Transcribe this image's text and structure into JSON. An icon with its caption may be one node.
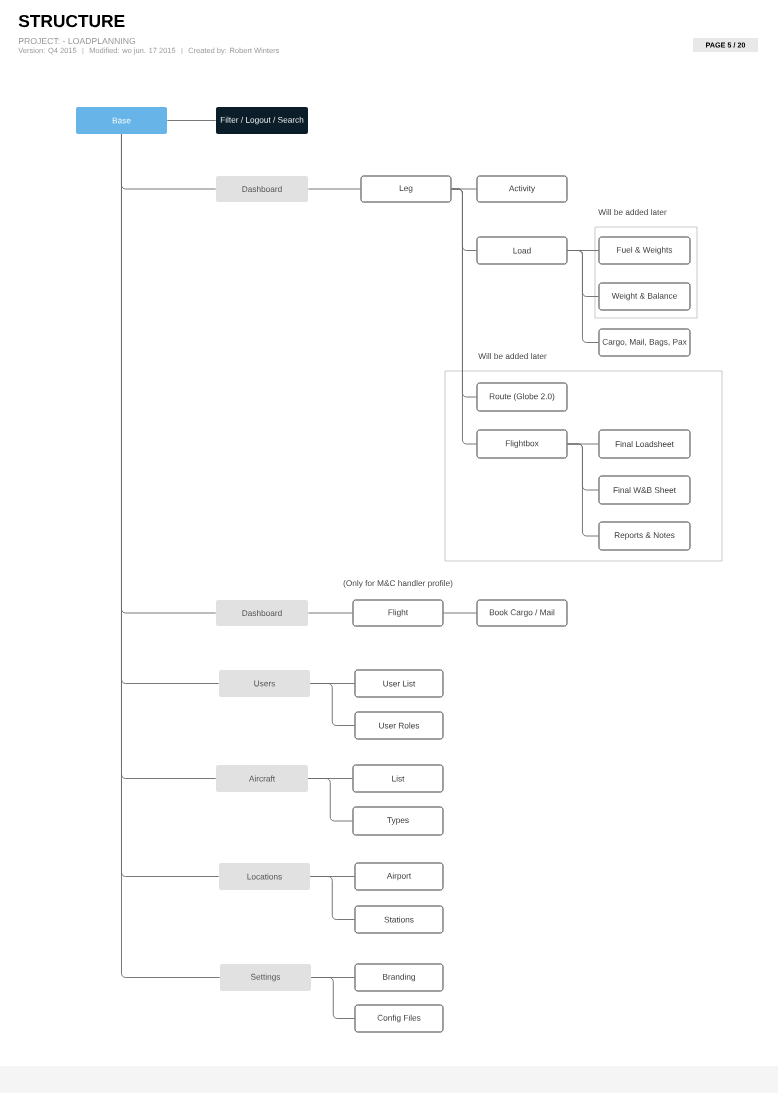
{
  "diagram": {
    "title": "STRUCTURE",
    "nodes": [
      {
        "text": [
          "Base"
        ]
      },
      {
        "text": [
          "Filter / Logout / Search"
        ]
      },
      {
        "text": [
          "Dashboard"
        ]
      },
      {
        "text": [
          "Leg"
        ]
      },
      {
        "text": [
          "Activity"
        ]
      },
      {
        "text": [
          "Load"
        ]
      },
      {
        "text": [
          "Will be added later"
        ]
      },
      {
        "text": [
          "Fuel & Weights"
        ],
        "in": 6
      },
      {
        "text": [
          "Weight & Balance"
        ],
        "in": 6
      },
      {
        "text": [
          "Cargo, Mail, Bags, Pax"
        ]
      },
      {
        "text": [
          "Will be added later"
        ]
      },
      {
        "text": [
          "Route (Globe 2.0)"
        ],
        "in": 10
      },
      {
        "text": [
          "Flightbox"
        ],
        "in": 10
      },
      {
        "text": [
          "Final Loadsheet"
        ],
        "in": 10
      },
      {
        "text": [
          "Final W&B Sheet"
        ],
        "in": 10
      },
      {
        "text": [
          "Reports & Notes"
        ],
        "in": 10
      },
      {
        "text": [
          "Dashboard"
        ]
      },
      {
        "text": [
          "Flight"
        ],
        "beside": [
          "(Only for M&C handler profile)"
        ]
      },
      {
        "text": [
          "Book Cargo / Mail"
        ]
      },
      {
        "text": [
          "Users"
        ]
      },
      {
        "text": [
          "User List"
        ]
      },
      {
        "text": [
          "User Roles"
        ]
      },
      {
        "text": [
          "Aircraft"
        ]
      },
      {
        "text": [
          "List"
        ]
      },
      {
        "text": [
          "Types"
        ]
      },
      {
        "text": [
          "Locations"
        ]
      },
      {
        "text": [
          "Airport"
        ]
      },
      {
        "text": [
          "Stations"
        ]
      },
      {
        "text": [
          "Settings"
        ]
      },
      {
        "text": [
          "Branding"
        ]
      },
      {
        "text": [
          "Config Files"
        ]
      }
    ],
    "edges": [
      {
        "from": 0,
        "to": 1,
        "arrow": "none"
      },
      {
        "from": 0,
        "to": 2,
        "arrow": "none"
      },
      {
        "from": 2,
        "to": 3,
        "arrow": "none"
      },
      {
        "from": 3,
        "to": 4,
        "arrow": "none"
      },
      {
        "from": 3,
        "to": 5,
        "arrow": "none"
      },
      {
        "from": 5,
        "to": 7,
        "arrow": "none"
      },
      {
        "from": 5,
        "to": 8,
        "arrow": "none"
      },
      {
        "from": 5,
        "to": 9,
        "arrow": "none"
      },
      {
        "from": 3,
        "to": 11,
        "arrow": "none"
      },
      {
        "from": 3,
        "to": 12,
        "arrow": "none"
      },
      {
        "from": 12,
        "to": 13,
        "arrow": "none"
      },
      {
        "from": 12,
        "to": 14,
        "arrow": "none"
      },
      {
        "from": 12,
        "to": 15,
        "arrow": "none"
      },
      {
        "from": 0,
        "to": 16,
        "arrow": "none"
      },
      {
        "from": 16,
        "to": 17,
        "arrow": "none"
      },
      {
        "from": 17,
        "to": 18,
        "arrow": "none"
      },
      {
        "from": 0,
        "to": 19,
        "arrow": "none"
      },
      {
        "from": 19,
        "to": 20,
        "arrow": "none"
      },
      {
        "from": 19,
        "to": 21,
        "arrow": "none"
      },
      {
        "from": 0,
        "to": 22,
        "arrow": "none"
      },
      {
        "from": 22,
        "to": 23,
        "arrow": "none"
      },
      {
        "from": 22,
        "to": 24,
        "arrow": "none"
      },
      {
        "from": 0,
        "to": 25,
        "arrow": "none"
      },
      {
        "from": 25,
        "to": 26,
        "arrow": "none"
      },
      {
        "from": 25,
        "to": 27,
        "arrow": "none"
      },
      {
        "from": 0,
        "to": 28,
        "arrow": "none"
      },
      {
        "from": 28,
        "to": 29,
        "arrow": "none"
      },
      {
        "from": 28,
        "to": 30,
        "arrow": "none"
      }
    ],
    "labels": [
      "PROJECT: - LOADPLANNING",
      "Version: Q4 2015",
      "Modified: wo jun. 17 2015",
      "Created by: Robert Winters",
      "PAGE 5 / 20"
    ]
  }
}
